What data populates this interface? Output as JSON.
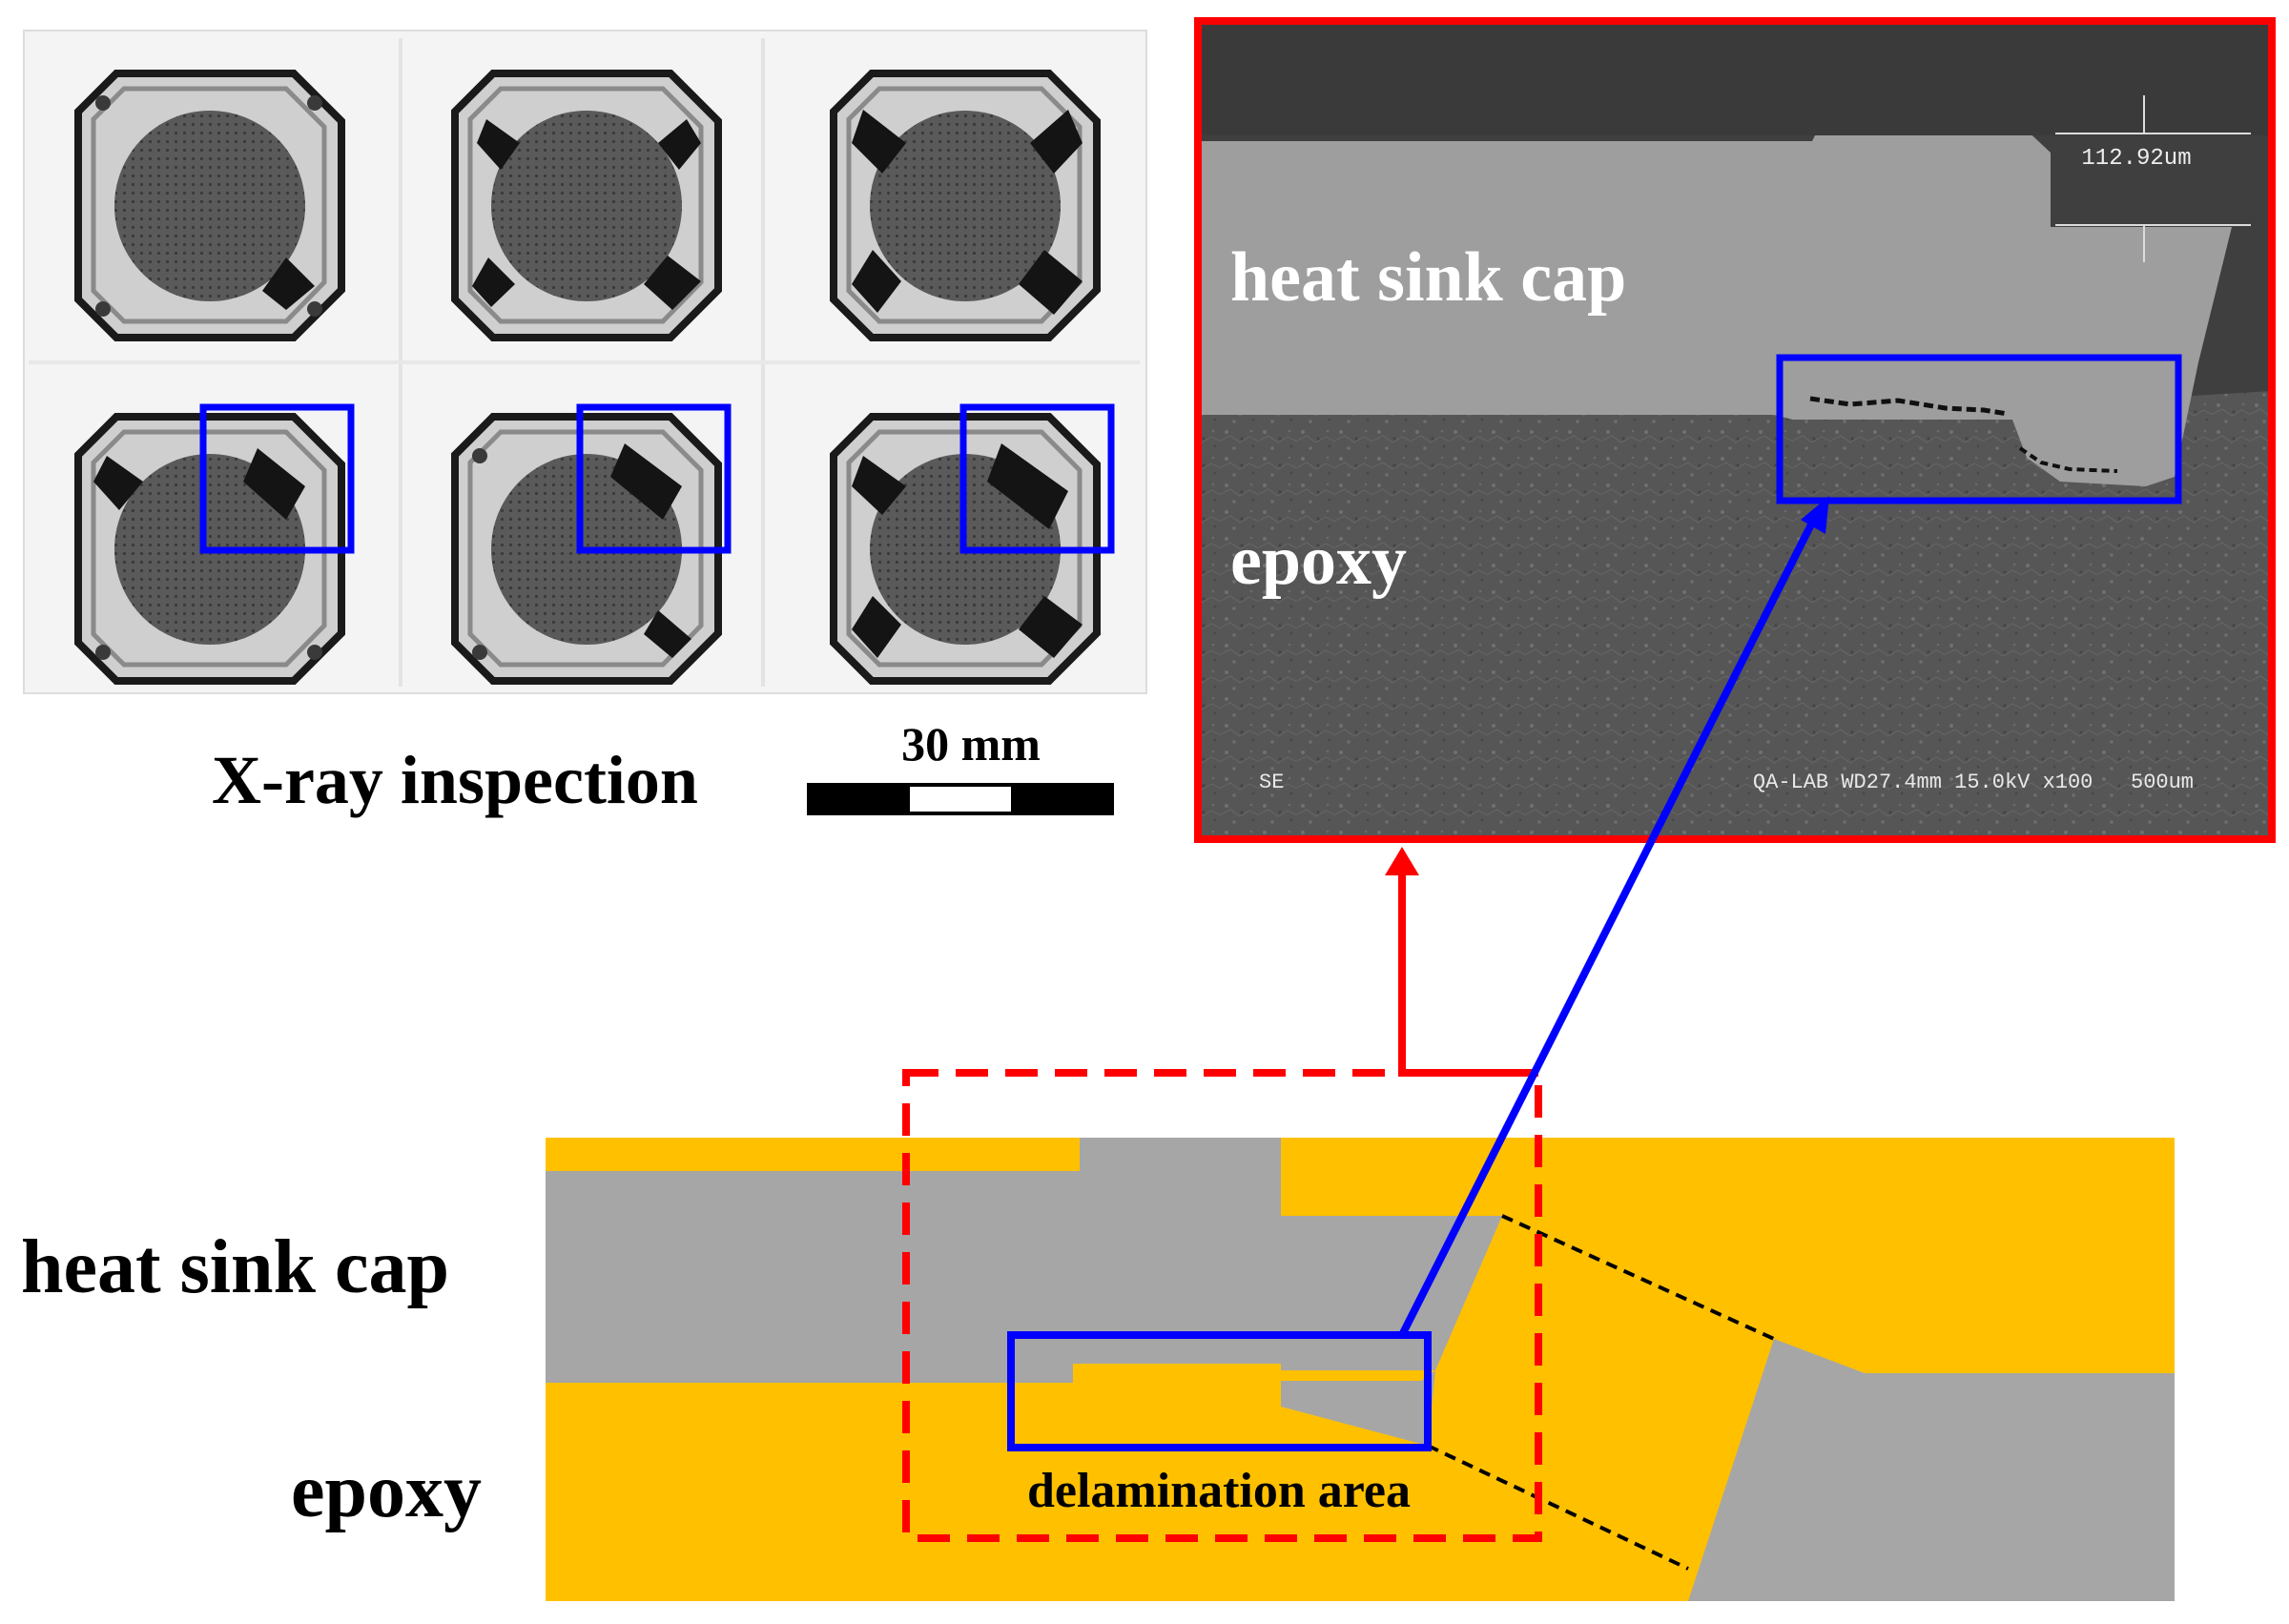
{
  "xray": {
    "caption": "X-ray inspection",
    "scale_label": "30 mm",
    "panel_count": 6,
    "highlighted_panels": [
      "bottom-left",
      "bottom-middle",
      "bottom-right"
    ]
  },
  "sem": {
    "material_top": "heat sink cap",
    "material_bottom": "epoxy",
    "measurement": "112.92um",
    "detector": "SE",
    "info_bar": "QA-LAB WD27.4mm 15.0kV x100   500um"
  },
  "cross_section": {
    "label_cap": "heat sink cap",
    "label_epoxy": "epoxy",
    "delamination_label": "delamination area"
  },
  "colors": {
    "epoxy": "#ffc000",
    "cap": "#a6a6a6",
    "highlight_blue": "#0000ff",
    "zoom_red": "#ff0000"
  }
}
